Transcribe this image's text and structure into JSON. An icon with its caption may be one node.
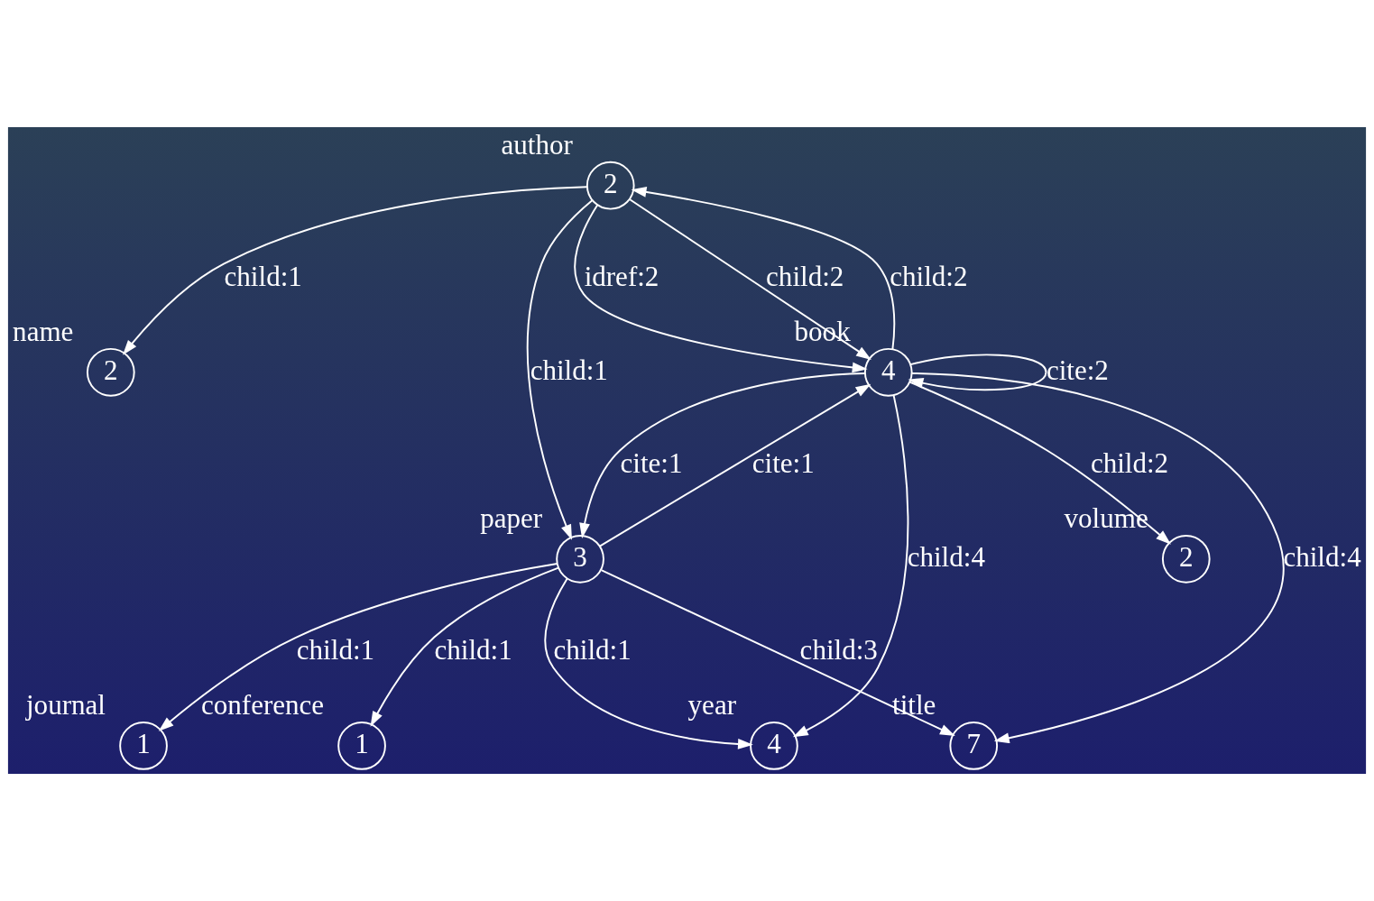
{
  "diagram": {
    "nodes": [
      {
        "text": [
          "2"
        ],
        "beside": [
          "name"
        ]
      },
      {
        "text": [
          "2"
        ],
        "beside": [
          "author"
        ]
      },
      {
        "text": [
          "4"
        ],
        "beside": [
          "book"
        ]
      },
      {
        "text": [
          "3"
        ],
        "beside": [
          "paper"
        ]
      },
      {
        "text": [
          "7"
        ],
        "beside": [
          "title"
        ]
      },
      {
        "text": [
          "2"
        ],
        "beside": [
          "volume"
        ]
      },
      {
        "text": [
          "1"
        ],
        "beside": [
          "journal"
        ]
      },
      {
        "text": [
          "1"
        ],
        "beside": [
          "conference"
        ]
      },
      {
        "text": [
          "4"
        ],
        "beside": [
          "year"
        ]
      }
    ],
    "edges": [
      {
        "from": 1,
        "to": 0,
        "arrow": "to",
        "label": "child:1"
      },
      {
        "from": 1,
        "to": 2,
        "arrow": "to",
        "label": "idref:2"
      },
      {
        "from": 1,
        "to": 2,
        "arrow": "to",
        "label": "child:2"
      },
      {
        "from": 2,
        "to": 1,
        "arrow": "to",
        "label": "child:2"
      },
      {
        "from": 2,
        "to": 2,
        "arrow": "to",
        "label": "cite:2"
      },
      {
        "from": 1,
        "to": 3,
        "arrow": "to",
        "label": "child:1"
      },
      {
        "from": 3,
        "to": 2,
        "arrow": "to",
        "label": "cite:1"
      },
      {
        "from": 2,
        "to": 3,
        "arrow": "to",
        "label": "cite:1"
      },
      {
        "from": 2,
        "to": 5,
        "arrow": "to",
        "label": "child:2"
      },
      {
        "from": 2,
        "to": 4,
        "arrow": "to",
        "label": "child:4"
      },
      {
        "from": 2,
        "to": 8,
        "arrow": "to",
        "label": "child:4"
      },
      {
        "from": 3,
        "to": 4,
        "arrow": "to",
        "label": "child:3"
      },
      {
        "from": 3,
        "to": 6,
        "arrow": "to",
        "label": "child:1"
      },
      {
        "from": 3,
        "to": 7,
        "arrow": "to",
        "label": "child:1"
      },
      {
        "from": 3,
        "to": 8,
        "arrow": "to",
        "label": "child:1"
      }
    ]
  }
}
